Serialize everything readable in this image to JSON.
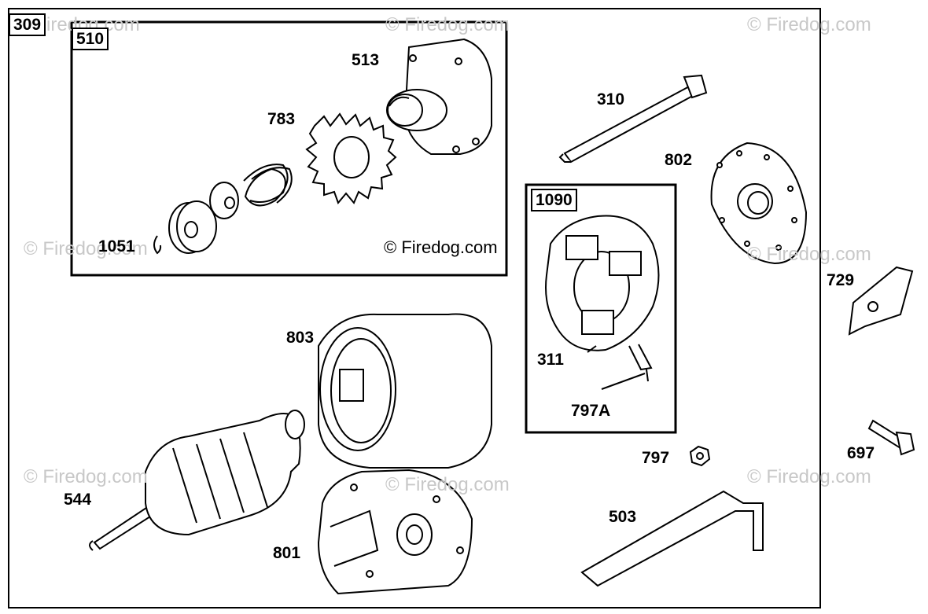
{
  "watermark_text": "© Firedog.com",
  "inset_watermark_text": "© Firedog.com",
  "boxes": {
    "outer": "309",
    "gear_assembly": "510",
    "brush_holder": "1090"
  },
  "parts": {
    "p513": "513",
    "p783": "783",
    "p1051": "1051",
    "p310": "310",
    "p802": "802",
    "p729": "729",
    "p311": "311",
    "p797A": "797A",
    "p803": "803",
    "p697": "697",
    "p797": "797",
    "p544": "544",
    "p503": "503",
    "p801": "801"
  }
}
